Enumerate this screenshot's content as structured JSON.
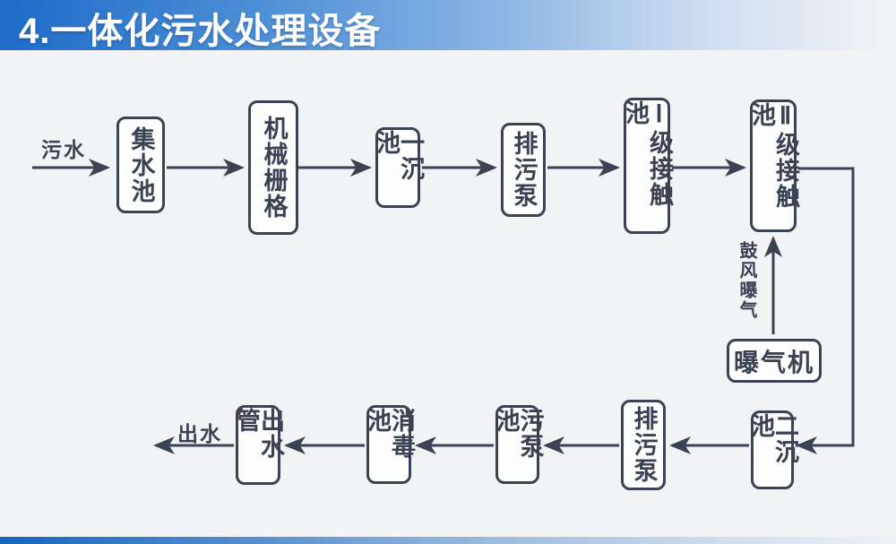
{
  "header": {
    "title": "4.一体化污水处理设备"
  },
  "colors": {
    "accent_dark": "#3a4254",
    "canvas_bg": "#f2f3f4",
    "box_bg": "#fdfdfd",
    "header_blue_left": "#1e6bc9",
    "header_fade_right": "#f3f4f6",
    "strip_blue_left": "#1565c1"
  },
  "flow": {
    "inflow_label": "污水",
    "outflow_label": "出水",
    "aeration_label": "鼓风曝气",
    "boxes": [
      {
        "id": "collection-tank",
        "label": "集水池"
      },
      {
        "id": "mechanical-grid",
        "label": "机械栅格"
      },
      {
        "id": "primary-sedimentation",
        "label": "一沉池"
      },
      {
        "id": "sewage-pump-top",
        "label": "排污泵"
      },
      {
        "id": "stage1-contact-tank",
        "label": "Ⅰ级接触池"
      },
      {
        "id": "stage2-contact-tank",
        "label": "Ⅱ级接触池"
      },
      {
        "id": "aerator",
        "label": "曝气机"
      },
      {
        "id": "secondary-sedimentation",
        "label": "二沉池"
      },
      {
        "id": "sewage-pump-bottom",
        "label": "排污泵"
      },
      {
        "id": "sludge-pump-tank",
        "label": "污泵池"
      },
      {
        "id": "disinfection-tank",
        "label": "消毒池"
      },
      {
        "id": "outlet-pipe",
        "label": "出水管"
      }
    ]
  }
}
